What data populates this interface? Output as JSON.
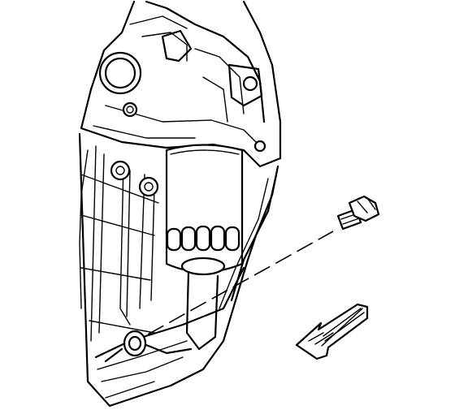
{
  "figure": {
    "kind": "technical line illustration",
    "components": [
      "engine-block",
      "oil-filter",
      "oil-pan",
      "drain-plug-bolt",
      "drain-opening",
      "direction-arrow"
    ],
    "colors": {
      "ink": "#000000",
      "paper": "#ffffff"
    },
    "direction_arrow": {
      "points": "toward-front"
    }
  }
}
